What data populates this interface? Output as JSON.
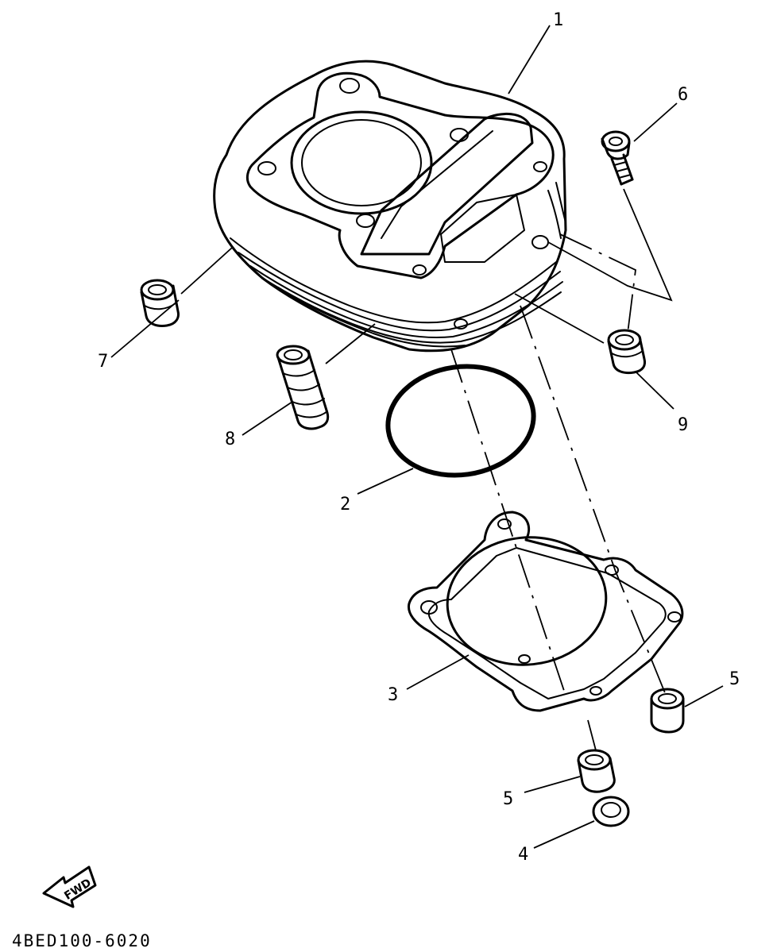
{
  "diagram": {
    "drawing_code": "4BED100-6020",
    "fwd_label": "FWD",
    "callouts": [
      {
        "id": "c1",
        "text": "1"
      },
      {
        "id": "c2",
        "text": "2"
      },
      {
        "id": "c3",
        "text": "3"
      },
      {
        "id": "c4",
        "text": "4"
      },
      {
        "id": "c5a",
        "text": "5"
      },
      {
        "id": "c5b",
        "text": "5"
      },
      {
        "id": "c6",
        "text": "6"
      },
      {
        "id": "c7",
        "text": "7"
      },
      {
        "id": "c8",
        "text": "8"
      },
      {
        "id": "c9",
        "text": "9"
      }
    ]
  }
}
